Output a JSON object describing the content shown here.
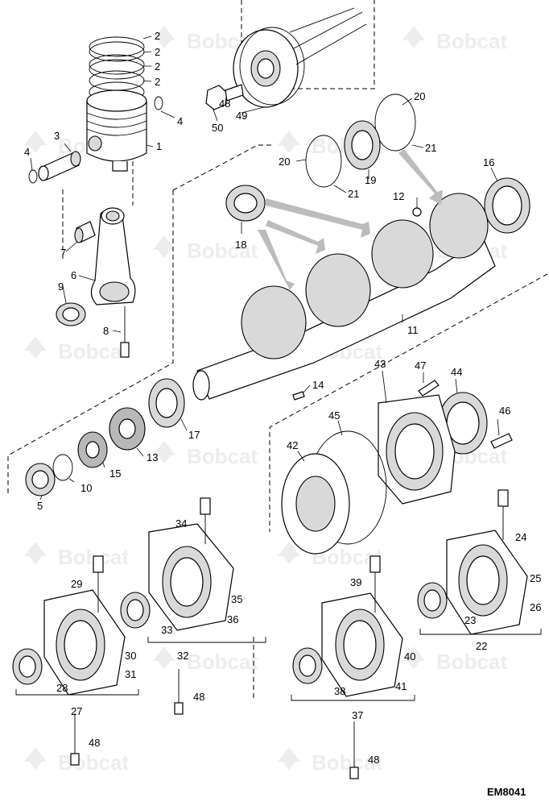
{
  "figure": {
    "id": "EM8041"
  },
  "watermark": {
    "brand": "Bobcat"
  },
  "callouts": [
    "2",
    "2",
    "2",
    "2",
    "4",
    "1",
    "3",
    "4",
    "50",
    "49",
    "20",
    "21",
    "20",
    "21",
    "19",
    "16",
    "12",
    "18",
    "7",
    "6",
    "9",
    "8",
    "11",
    "14",
    "47",
    "44",
    "43",
    "17",
    "45",
    "46",
    "13",
    "42",
    "15",
    "10",
    "5",
    "34",
    "24",
    "29",
    "39",
    "25",
    "26",
    "23",
    "22",
    "35",
    "36",
    "33",
    "32",
    "30",
    "31",
    "28",
    "27",
    "40",
    "41",
    "38",
    "37",
    "48",
    "48",
    "48",
    "48"
  ]
}
